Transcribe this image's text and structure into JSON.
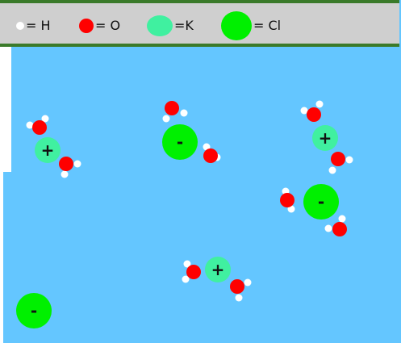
{
  "colors": {
    "hydrogen": "#ffffff",
    "oxygen": "#ff0000",
    "potassium": "#40f0a0",
    "chlorine": "#00f000",
    "water": "#64c6ff",
    "legend_bg": "#cfcfcf",
    "legend_border": "#3a7a2a"
  },
  "legend": [
    {
      "element": "hydrogen",
      "label": "= H"
    },
    {
      "element": "oxygen",
      "label": "= O"
    },
    {
      "element": "potassium",
      "label": "=K"
    },
    {
      "element": "chlorine",
      "label": "= Cl"
    }
  ],
  "ions": [
    {
      "type": "potassium",
      "charge_symbol": "+"
    },
    {
      "type": "chlorine",
      "charge_symbol": "-"
    },
    {
      "type": "potassium",
      "charge_symbol": "+"
    },
    {
      "type": "chlorine",
      "charge_symbol": "-"
    },
    {
      "type": "potassium",
      "charge_symbol": "+"
    },
    {
      "type": "chlorine",
      "charge_symbol": "-"
    }
  ]
}
